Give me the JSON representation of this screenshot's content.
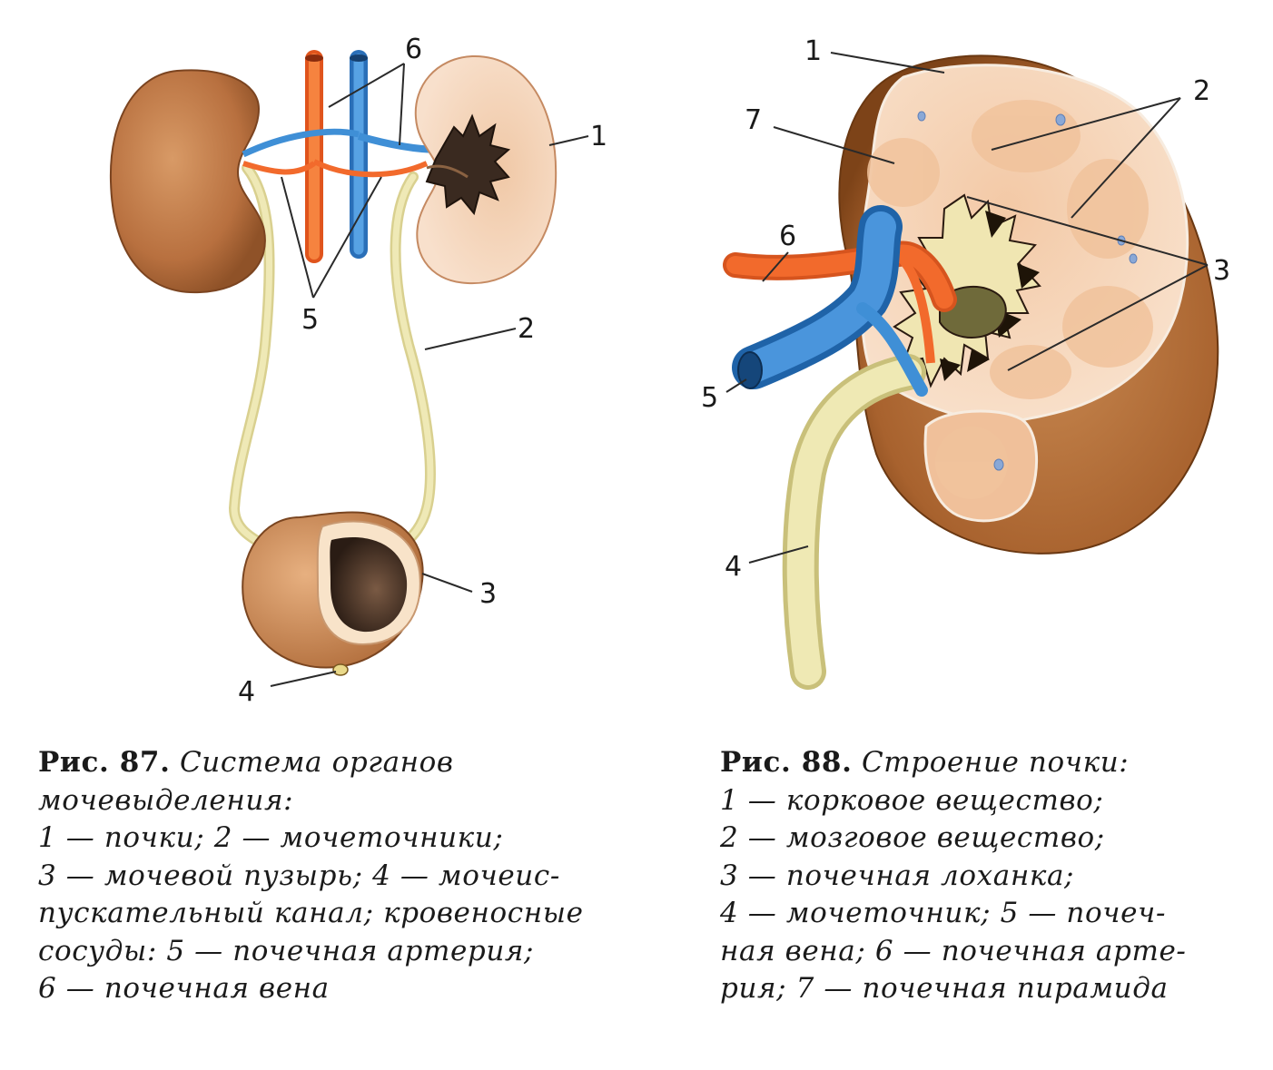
{
  "fig87": {
    "labels": [
      "6",
      "1",
      "2",
      "5",
      "3",
      "4"
    ],
    "caption": {
      "number": "Рис. 87.",
      "title_lines": [
        "Система органов",
        "мочевыделения:"
      ],
      "lines": [
        "1 — почки; 2 — мочеточники;",
        "3 — мочевой пузырь; 4 — мочеис-",
        "пускательный канал; кровеносные",
        "сосуды: 5 — почечная артерия;",
        "6 — почечная вена"
      ]
    }
  },
  "fig88": {
    "labels": [
      "1",
      "2",
      "7",
      "6",
      "3",
      "5",
      "4"
    ],
    "caption": {
      "number": "Рис. 88.",
      "title": "Строение почки:",
      "lines": [
        "1 — корковое вещество;",
        "2 — мозговое вещество;",
        "3 — почечная лоханка;",
        "4 — мочеточник; 5 — почеч-",
        "ная вена; 6 — почечная арте-",
        "рия; 7 — почечная пирамида"
      ]
    }
  },
  "colors": {
    "kidney_outer": "#b8703f",
    "kidney_cut": "#f6d6bb",
    "artery": "#f26a2c",
    "vein": "#3f8fd6",
    "ureter": "#ece6aa",
    "pelvis_dark": "#3a2a20"
  }
}
